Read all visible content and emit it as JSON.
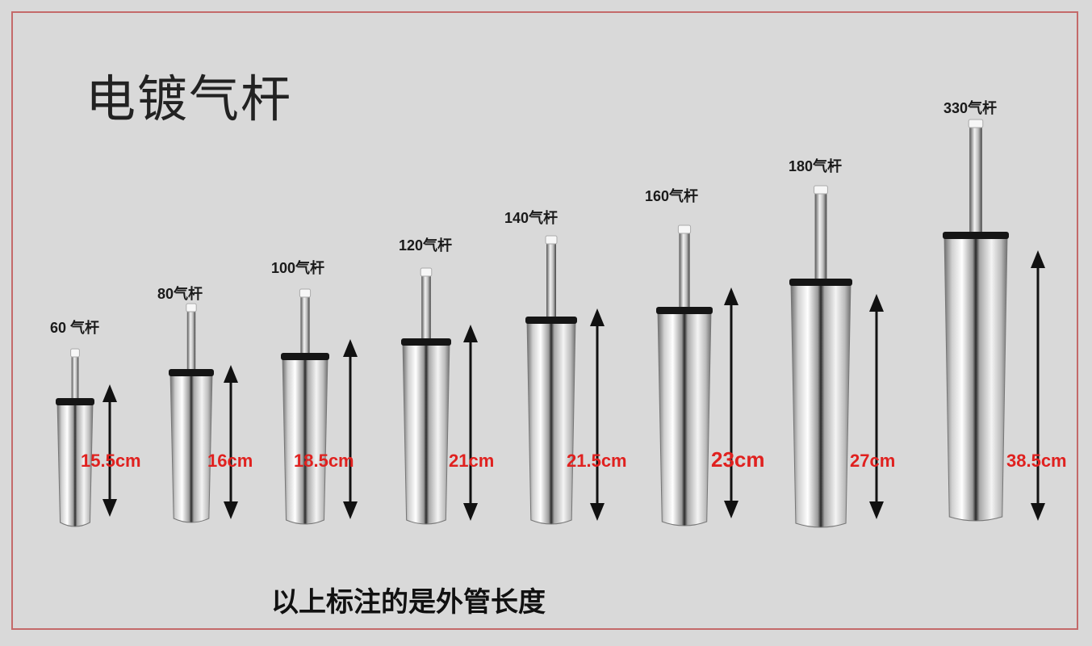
{
  "title": "电镀气杆",
  "footer_note": "以上标注的是外管长度",
  "colors": {
    "accent_length_label": "#e0211f",
    "frame_border": "#c46a6a",
    "background": "#d9d9d9"
  },
  "rods": [
    {
      "model_label": "60 气杆",
      "length_label": "15.5cm"
    },
    {
      "model_label": "80气杆",
      "length_label": "16cm"
    },
    {
      "model_label": "100气杆",
      "length_label": "18.5cm"
    },
    {
      "model_label": "120气杆",
      "length_label": "21cm"
    },
    {
      "model_label": "140气杆",
      "length_label": "21.5cm"
    },
    {
      "model_label": "160气杆",
      "length_label": "23cm"
    },
    {
      "model_label": "180气杆",
      "length_label": "27cm"
    },
    {
      "model_label": "330气杆",
      "length_label": "38.5cm"
    }
  ]
}
